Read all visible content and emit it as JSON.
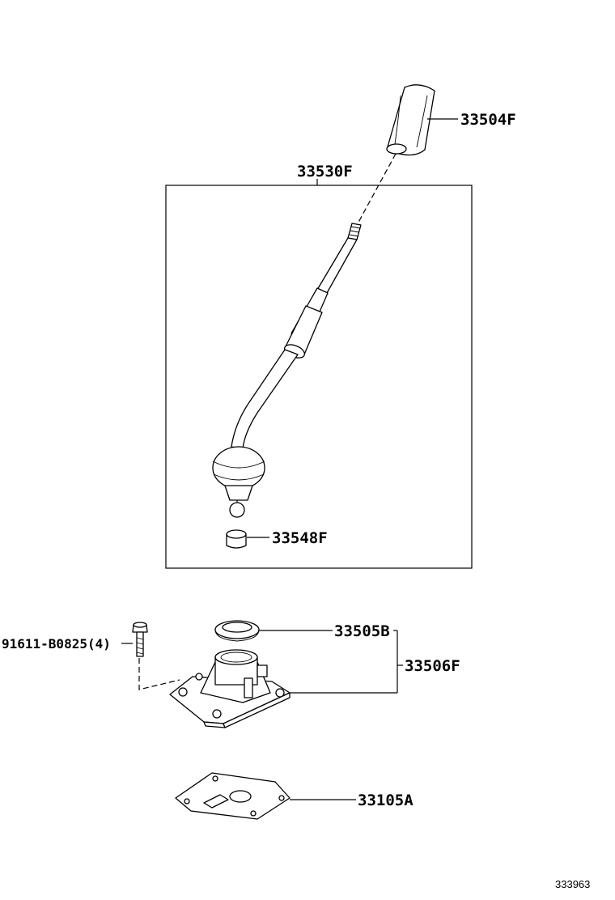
{
  "parts": {
    "knob": "33504F",
    "lever_assy": "33530F",
    "bushing": "33548F",
    "boot_seal": "33505B",
    "lever_retainer": "33506F",
    "bolt": "91611-B0825(4)",
    "gasket": "33105A"
  },
  "figure_ref": "333963"
}
